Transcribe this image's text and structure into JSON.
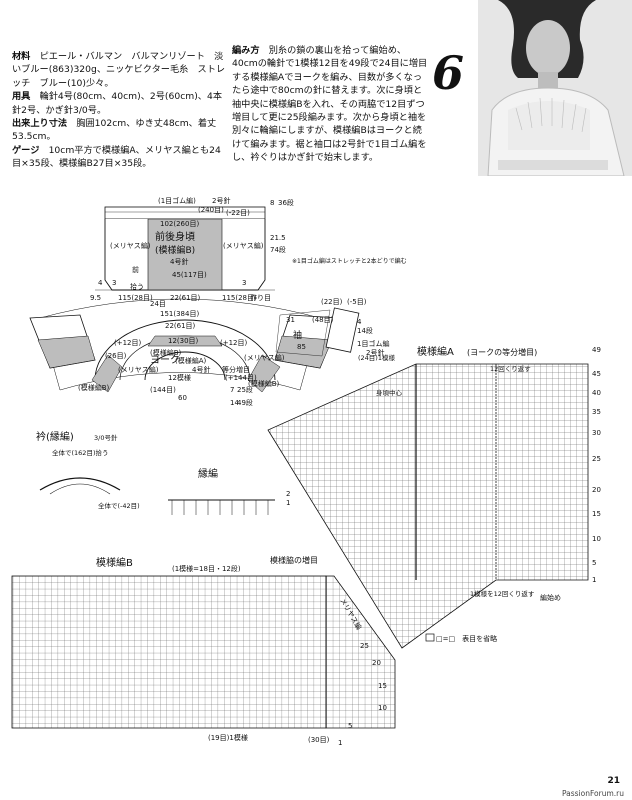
{
  "pattern_number": "6",
  "materials": {
    "material_label": "材料",
    "material_text": "ピエール・バルマン　バルマンリゾート　淡いブルー(863)320g、ニッケビクター毛糸　ストレッチ　ブルー(10)少々。",
    "tools_label": "用具",
    "tools_text": "輪針4号(80cm、40cm)、2号(60cm)、4本針2号、かぎ針3/0号。",
    "size_label": "出来上り寸法",
    "size_text": "胸囲102cm、ゆき丈48cm、着丈53.5cm。",
    "gauge_label": "ゲージ",
    "gauge_text": "10cm平方で模様編A、メリヤス編とも24目×35段、模様編B27目×35段。"
  },
  "method": {
    "label": "編み方",
    "text": "別糸の鎖の裏山を拾って編始め、40cmの輪針で1模様12目を49段で24目に増目する模様編Aでヨークを編み、目数が多くなったら途中で80cmの針に替えます。次に身頃と袖中央に模様編Bを入れ、その両脇で12目ずつ増目して更に25段編みます。次から身頃と袖を別々に輪編にしますが、模様編Bはヨークと続けて編みます。裾と袖口は2号針で1目ゴム編をし、衿ぐりはかぎ針で始末します。"
  },
  "body_diagram": {
    "top_rib": "(1目ゴム編)",
    "needle_2": "2号針",
    "count_240": "(240目)",
    "dec_22": "(-22目)",
    "center_w": "102(260目)",
    "title": "前後身頃",
    "subtitle": "(模様編B)",
    "needle_4": "4号針",
    "side_left": "(メリヤス編)",
    "side_right": "(メリヤス編)",
    "bottom_w": "45(117目)",
    "hem_l": "115(28目)",
    "hem_c": "22(61目)",
    "hem_r": "115(28目)",
    "h_8": "8",
    "h_36": "36段",
    "h_215": "21.5",
    "h_74": "74段",
    "pickup_l": "拾う",
    "pickup_r": "作り目",
    "note": "※1目ゴム編はストレッチと2本どりで編む",
    "d_3": "3",
    "d_4": "4",
    "d_3b": "3",
    "d_front": "前"
  },
  "sleeve_diagram": {
    "title": "袖",
    "count_22": "(22目)",
    "dec_5": "(-5目)",
    "count_85": "85",
    "count_48": "(48目)",
    "rib": "1目ゴム編",
    "needle": "2号針",
    "h_4": "4",
    "h_14": "14段",
    "h_31": "31"
  },
  "yoke_diagram": {
    "count_151": "151(384目)",
    "count_22": "22(61目)",
    "count_12_30": "12(30目)",
    "pattern_b": "(模様編B)",
    "title": "ヨーク",
    "pattern_a": "(模様編A)",
    "needle": "4号針",
    "inc": "等分増目",
    "inc_144": "(+144目)",
    "count_12": "12模様",
    "count_60": "60",
    "count_144": "(144目)",
    "count_7": "7",
    "count_25": "25段",
    "count_14": "14",
    "count_49": "49段",
    "plus12_l": "(+12目)",
    "plus12_r": "(+12目)",
    "nari_l": "(メリヤス編)",
    "nari_r": "(メリヤス編)",
    "count_26": "(26目)",
    "count_95": "9.5",
    "count_24": "24目",
    "mod_b_l": "(模様編B)",
    "mod_b_r": "(模様編B)"
  },
  "collar": {
    "title": "衿(縁編)",
    "hook": "3/0号針",
    "count_162": "全体で(162目)拾う",
    "dec_42": "全体で(-42目)"
  },
  "edging": {
    "title": "縁編",
    "row2": "2",
    "row1": "1"
  },
  "chart_a": {
    "title": "模様編A",
    "subtitle": "(ヨークの等分増目)",
    "repeat_24": "(24目)1模様",
    "repeat_12": "12回くり返す",
    "start": "編始め",
    "start_note": "1模様を12回くり返す",
    "center": "身頃中心",
    "rows": [
      "49",
      "45",
      "40",
      "35",
      "30",
      "25",
      "20",
      "15",
      "10",
      "5",
      "1"
    ]
  },
  "chart_b": {
    "title": "模様編B",
    "subtitle": "(1模様=18目・12段)",
    "inc_title": "模様脇の増目",
    "side": "メリヤス編",
    "repeat": "(19目)1模様",
    "count_30": "(30目)",
    "rows": [
      "25",
      "20",
      "15",
      "10",
      "5",
      "1"
    ]
  },
  "legend": {
    "text": "□=□　表目を省略"
  },
  "page": {
    "number": "21",
    "watermark": "PassionForum.ru"
  }
}
